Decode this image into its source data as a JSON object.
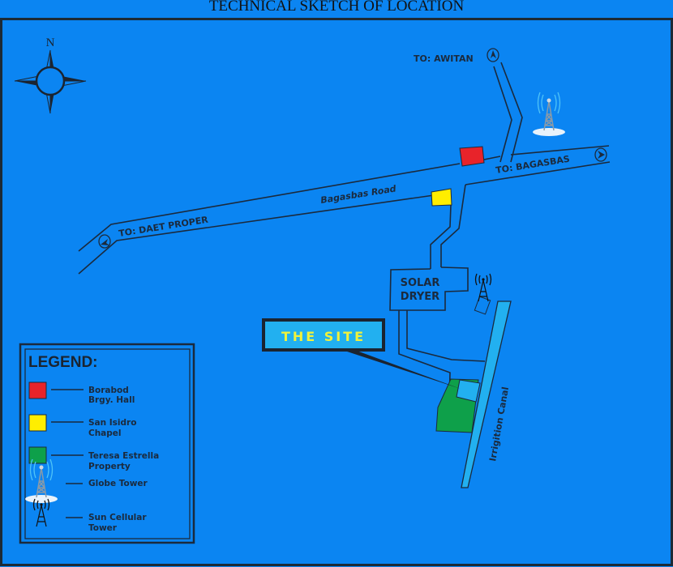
{
  "title": "TECHNICAL SKETCH OF LOCATION",
  "compass": {
    "north_label": "N"
  },
  "roads": {
    "main_road": "Bagasbas Road",
    "to_daet": "TO: DAET PROPER",
    "to_bagasbas": "TO: BAGASBAS",
    "to_awitan": "TO: AWITAN"
  },
  "landmarks": {
    "solar_dryer_line1": "SOLAR",
    "solar_dryer_line2": "DRYER",
    "site_label": "THE SITE",
    "canal_label": "Irrigition Canal"
  },
  "legend": {
    "title": "LEGEND:",
    "items": [
      {
        "line1": "Borabod",
        "line2": "Brgy. Hall",
        "color": "#e8232a"
      },
      {
        "line1": "San Isidro",
        "line2": "Chapel",
        "color": "#ffee00"
      },
      {
        "line1": "Teresa Estrella",
        "line2": "Property",
        "color": "#0ea04a"
      },
      {
        "line1": "Globe Tower",
        "icon": "globe-tower-icon"
      },
      {
        "line1": "Sun Cellular",
        "line2": "Tower",
        "icon": "sun-tower-icon"
      }
    ]
  },
  "colors": {
    "background": "#0b85f2",
    "site": "#22b0f0",
    "site_text": "#f2f23a"
  }
}
